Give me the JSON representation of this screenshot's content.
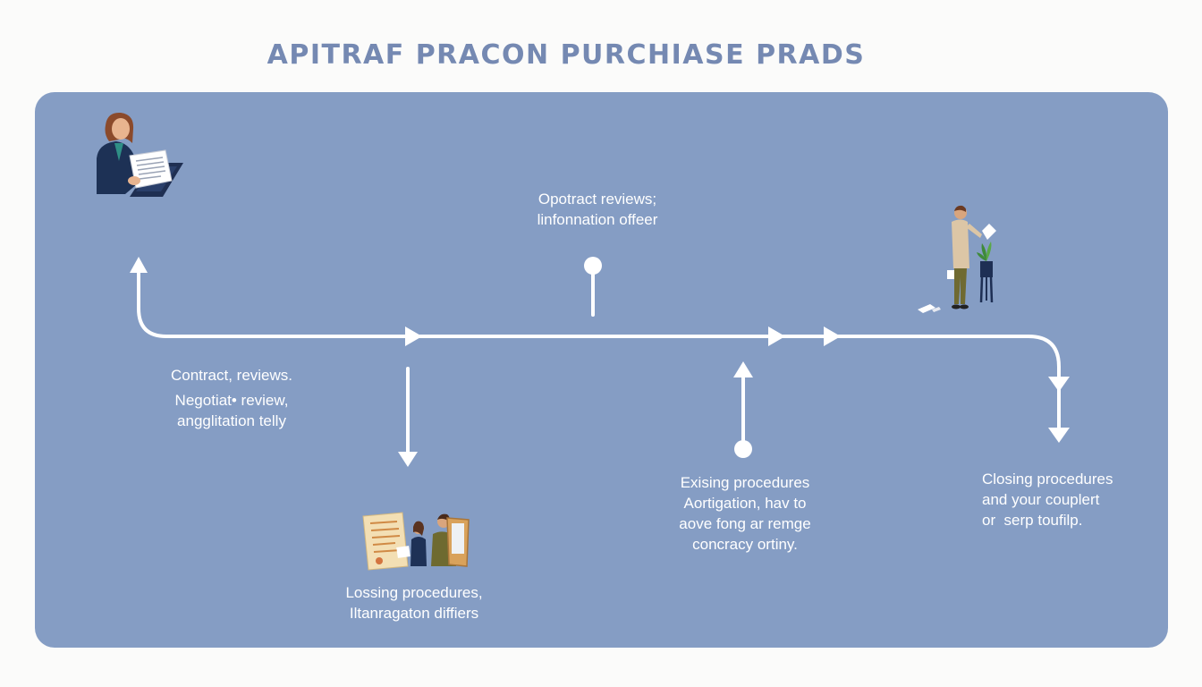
{
  "title": "APITRAF PRACON PURCHIASE PRADS",
  "labels": {
    "top_center": [
      "Opotract reviews;",
      "linfonnation offeer"
    ],
    "left": [
      "Contract, reviews.",
      "Negotiat• review,",
      "angglitation telly"
    ],
    "bottom_center": [
      "Lossing procedures,",
      "Iltanragaton diffiers"
    ],
    "right_center": [
      "Exising procedures",
      "Aortigation, hav to",
      "aove fong ar remge",
      "concracy ortiny."
    ],
    "right": [
      "Closing procedures",
      "and your couplert",
      "or  serp toufilp."
    ]
  },
  "illustrations": {
    "top_left": "woman-with-laptop-and-document-icon",
    "bottom_center": "two-people-with-documents-icon",
    "top_right": "man-reading-document-with-plant-icon"
  },
  "colors": {
    "title": "#7589b2",
    "panel": "#859dc4",
    "flow_line": "#ffffff",
    "text": "#ffffff"
  }
}
